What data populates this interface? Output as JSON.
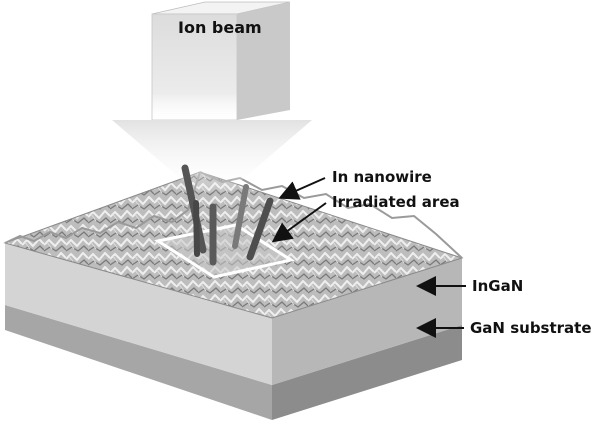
{
  "labels": {
    "ion_beam": "Ion beam",
    "nanowire": "In nanowire",
    "irradiated_area": "Irradiated area",
    "ingan": "InGaN",
    "substrate": "GaN substrate"
  },
  "colors": {
    "beam_front": "#e6e6e6",
    "beam_side": "#c9c9c9",
    "beam_top": "#f3f3f3",
    "rough_surface": "#b8b8b8",
    "ingan_front": "#d6d6d6",
    "ingan_side": "#b9b9b9",
    "substrate_front": "#a8a8a8",
    "substrate_side": "#8e8e8e",
    "nanowire": "#555555",
    "irradiated_outline": "#ffffff",
    "arrow": "#111111"
  }
}
